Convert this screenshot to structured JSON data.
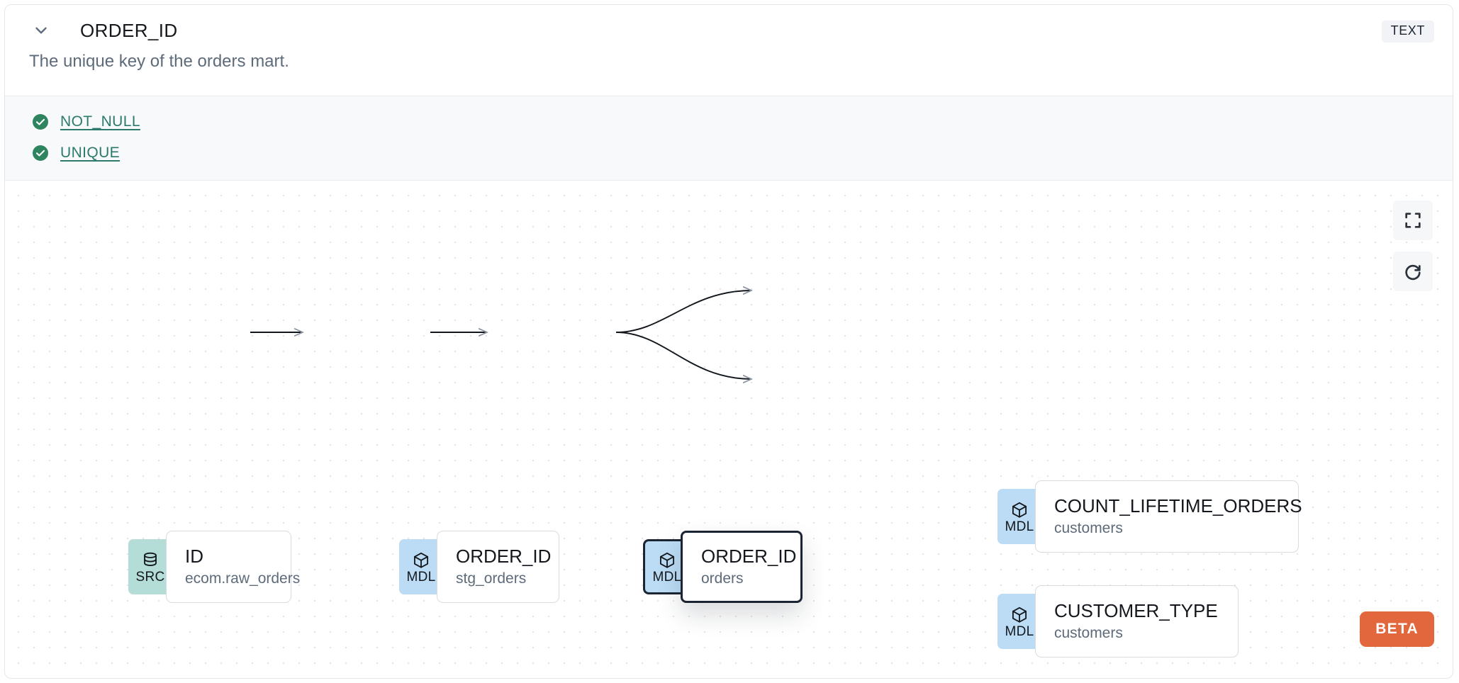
{
  "header": {
    "collapse_icon": "chevron-down-icon",
    "column_name": "ORDER_ID",
    "data_type_badge": "TEXT",
    "description": "The unique key of the orders mart."
  },
  "tests": {
    "items": [
      {
        "status_icon": "check-circle-icon",
        "label": "NOT_NULL",
        "status": "pass"
      },
      {
        "status_icon": "check-circle-icon",
        "label": "UNIQUE",
        "status": "pass"
      }
    ],
    "pass_color": "#2f8460",
    "link_color": "#2c7a6b"
  },
  "lineage": {
    "controls": [
      {
        "name": "fit-view-button",
        "icon": "fullscreen-icon"
      },
      {
        "name": "refresh-button",
        "icon": "refresh-icon"
      }
    ],
    "beta_label": "BETA",
    "beta_color": "#e2673c",
    "nodes": [
      {
        "id": "src-id",
        "badge": "SRC",
        "badge_color": "#b4ddd8",
        "badge_icon": "database-icon",
        "name": "ID",
        "sub": "ecom.raw_orders",
        "selected": false
      },
      {
        "id": "mdl-stg-orders",
        "badge": "MDL",
        "badge_color": "#bcdcf5",
        "badge_icon": "cube-icon",
        "name": "ORDER_ID",
        "sub": "stg_orders",
        "selected": false
      },
      {
        "id": "mdl-orders",
        "badge": "MDL",
        "badge_color": "#bcdcf5",
        "badge_icon": "cube-icon",
        "name": "ORDER_ID",
        "sub": "orders",
        "selected": true
      },
      {
        "id": "mdl-count-lifetime-orders",
        "badge": "MDL",
        "badge_color": "#bcdcf5",
        "badge_icon": "cube-icon",
        "name": "COUNT_LIFETIME_ORDERS",
        "sub": "customers",
        "selected": false
      },
      {
        "id": "mdl-customer-type",
        "badge": "MDL",
        "badge_color": "#bcdcf5",
        "badge_icon": "cube-icon",
        "name": "CUSTOMER_TYPE",
        "sub": "customers",
        "selected": false
      }
    ],
    "edges": [
      {
        "from": "src-id",
        "to": "mdl-stg-orders"
      },
      {
        "from": "mdl-stg-orders",
        "to": "mdl-orders"
      },
      {
        "from": "mdl-orders",
        "to": "mdl-count-lifetime-orders"
      },
      {
        "from": "mdl-orders",
        "to": "mdl-customer-type"
      }
    ]
  }
}
